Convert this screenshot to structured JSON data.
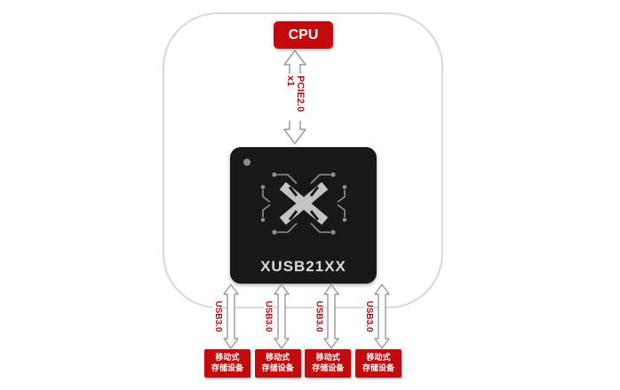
{
  "cpu": {
    "label": "CPU"
  },
  "pcie": {
    "label": "PCIE2.0 x1"
  },
  "chip": {
    "label": "XUSB21XX"
  },
  "ports": [
    {
      "bus_label": "USB3.0",
      "device_line1": "移动式",
      "device_line2": "存储设备"
    },
    {
      "bus_label": "USB3.0",
      "device_line1": "移动式",
      "device_line2": "存储设备"
    },
    {
      "bus_label": "USB3.0",
      "device_line1": "移动式",
      "device_line2": "存储设备"
    },
    {
      "bus_label": "USB3.0",
      "device_line1": "移动式",
      "device_line2": "存储设备"
    }
  ],
  "colors": {
    "accent_red": "#c30b0e",
    "label_red": "#b50d0d",
    "arrow_outline": "#9b9b9b",
    "chip_bg": "#181818"
  }
}
